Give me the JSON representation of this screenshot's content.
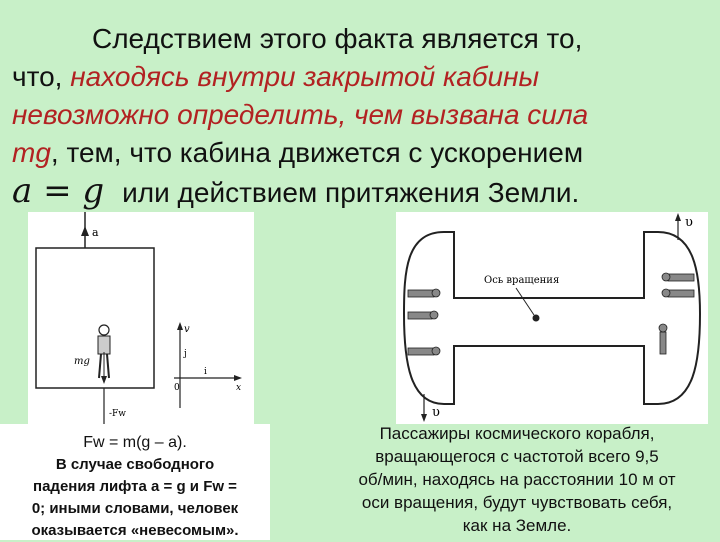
{
  "main": {
    "line1": "Следствием этого факта является то,",
    "line2_plain": "что, ",
    "line2_em": "находясь внутри закрытой кабины",
    "line3_em": "невозможно определить, чем вызвана сила",
    "line4_em": "mg",
    "line4_plain": ", тем, что кабина движется с ускорением",
    "formula": "a = g",
    "line5_plain": "или действием притяжения Земли."
  },
  "figure_left": {
    "label_a": "a",
    "label_mg": "mg",
    "label_fw": "-Fw",
    "label_v": "v",
    "label_j": "j",
    "label_i": "i",
    "label_x": "x",
    "label_zero": "0"
  },
  "figure_right": {
    "label_axis": "Ось вращения",
    "label_v_top": "υ",
    "label_v_bottom": "υ"
  },
  "caption_left": {
    "formula_line": "Fw = m(g – a).",
    "line2": "В случае свободного",
    "line3": "падения лифта а = g и Fw =",
    "line4": "0; иными словами, человек",
    "line5": "оказывается «невесомым»."
  },
  "caption_right": {
    "line1": "Пассажиры космического корабля,",
    "line2": "вращающегося с частотой всего 9,5",
    "line3": "об/мин, находясь на расстоянии 10 м от",
    "line4": "оси вращения, будут чувствовать себя,",
    "line5": "как на Земле."
  }
}
